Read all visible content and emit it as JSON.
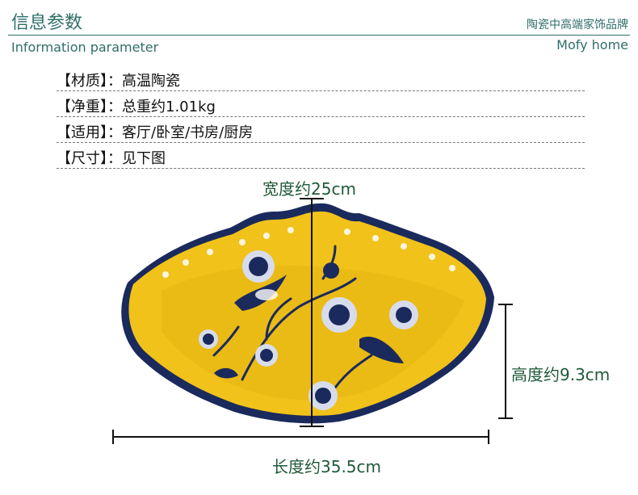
{
  "header": {
    "title_cn": "信息参数",
    "title_en": "Information parameter",
    "brand_cn": "陶瓷中高端家饰品牌",
    "brand_en": "Mofy home"
  },
  "specs": [
    {
      "text": "【材质】：高温陶瓷"
    },
    {
      "text": "【净重】：总重约1.01kg"
    },
    {
      "text": "【适用】：客厅/卧室/书房/厨房"
    },
    {
      "text": "【尺寸】：见下图"
    }
  ],
  "dimensions": {
    "width": "宽度约25cm",
    "height": "高度约9.3cm",
    "length": "长度约35.5cm"
  },
  "colors": {
    "accent": "#2f6f6a",
    "bowl_yellow": "#f0c21a",
    "rim_blue": "#1b2a5c",
    "dimension_green": "#1f5a38"
  },
  "icons": [
    "bowl-image",
    "bird-icon",
    "flower-icon"
  ]
}
